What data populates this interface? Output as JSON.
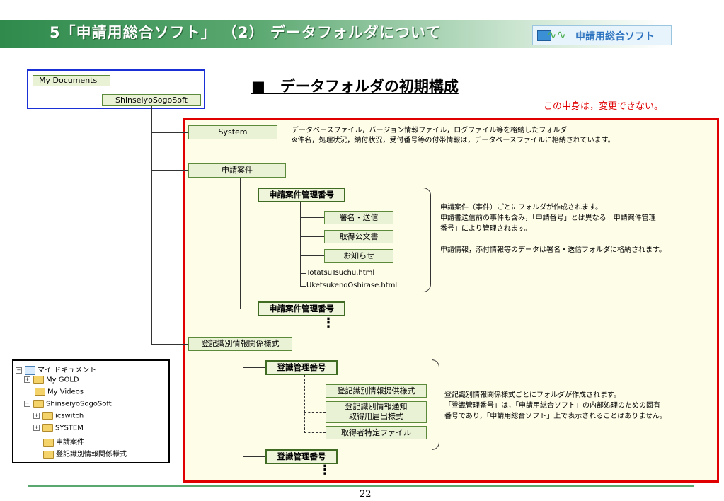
{
  "header": {
    "title": "5「申請用総合ソフト」 （2） データフォルダについて",
    "logo_text": "申請用総合ソフト"
  },
  "section_title": "■　データフォルダの初期構成",
  "warning": "この中身は，変更できない。",
  "root": {
    "my_documents": "My  Documents",
    "app_folder": "ShinseiyoSogoSoft"
  },
  "system": {
    "label": "System",
    "desc_line1": "データベースファイル，バージョン情報ファイル，ログファイル等を格納したフォルダ",
    "desc_line2": "※件名，処理状況，納付状況，受付番号等の付帯情報は，データベースファイルに格納されています。"
  },
  "applications": {
    "label": "申請案件",
    "case_number": "申請案件管理番号",
    "case_number2": "申請案件管理番号",
    "sub": [
      "署名・送信",
      "取得公文書",
      "お知らせ"
    ],
    "files": [
      "TotatsuTsuchu.html",
      "UketsukenoOshirase.html"
    ],
    "desc_line1": "申請案件（事件）ごとにフォルダが作成されます。",
    "desc_line2": "申請書送信前の事件も含み，「申請番号」とは異なる「申請案件管理",
    "desc_line3": "番号」により管理されます。",
    "desc_line4": "申請情報，添付情報等のデータは署名・送信フォルダに格納されます。"
  },
  "registry": {
    "label": "登記識別情報関係様式",
    "mgmt_number": "登識管理番号",
    "mgmt_number2": "登識管理番号",
    "sub1": "登記識別情報提供様式",
    "sub2_line1": "登記識別情報通知",
    "sub2_line2": "取得用届出様式",
    "sub3": "取得者特定ファイル",
    "desc_line1": "登記識別情報関係様式ごとにフォルダが作成されます。",
    "desc_line2": "「登識管理番号」は，「申請用総合ソフト」の内部処理のための固有",
    "desc_line3": "番号であり，「申請用総合ソフト」上で表示されることはありません。"
  },
  "ellipsis": "⋮",
  "explorer_tree": {
    "root": "マイ ドキュメント",
    "items": [
      "My GOLD",
      "My Videos",
      "ShinseiyoSogoSoft",
      "icswitch",
      "SYSTEM",
      "申請案件",
      "登記識別情報関係様式"
    ]
  },
  "page_number": "22",
  "colors": {
    "header_green": "#2f8a4c",
    "warning_red": "#e00000",
    "box_fill": "#eaf2d6",
    "panel_fill": "#fefde8"
  }
}
